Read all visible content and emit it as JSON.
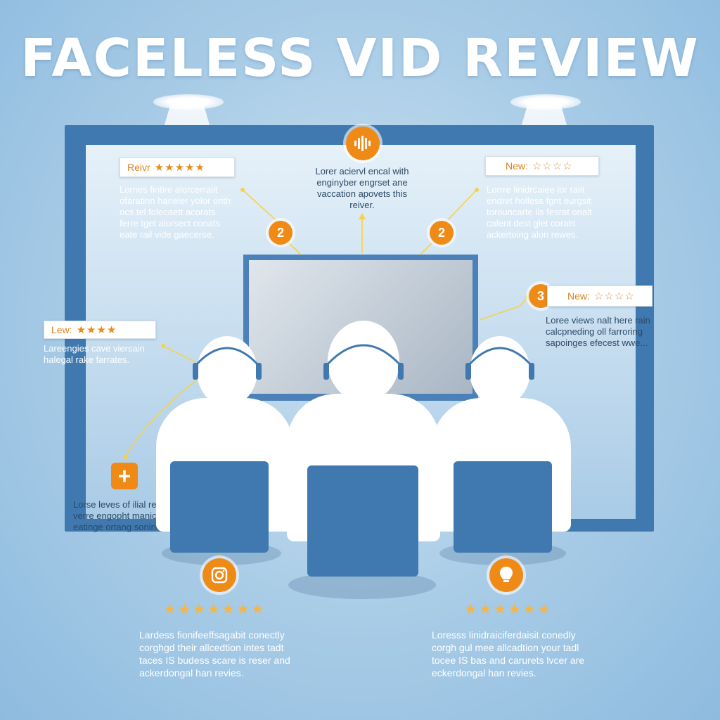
{
  "title": "FACELESS VID REVIEW",
  "colors": {
    "accent": "#f08a17",
    "frame": "#3f79b0",
    "background": "#a7cbe6"
  },
  "boxes": {
    "top_left": {
      "label": "Reivr",
      "stars": "★★★★★"
    },
    "top_right": {
      "label": "New:",
      "stars": "☆☆☆☆"
    },
    "mid_right": {
      "label": "New:",
      "stars": "☆☆☆☆"
    },
    "mid_left": {
      "label": "Lew:",
      "stars": "★★★★"
    }
  },
  "badges": {
    "left": "2",
    "right": "2",
    "mid_right": "3",
    "plus": "+"
  },
  "texts": {
    "top_left": [
      "Lornes fintire alorcerraiit",
      "ofaratinn harieler yolor orith",
      "ocs tel folecaett acorats",
      "ferre tget alorsect conats",
      "eate rail vide gaecerse."
    ],
    "center": [
      "Lorer aciervl encal with",
      "enginyber engrset ane",
      "vaccation apovets this",
      "reiver."
    ],
    "top_right": [
      "Lorrre linidrcaiee lor raiit",
      "endret holless fgnt eurgsit",
      "torouncarte ils fesrat onalt",
      "calent dest glet corats",
      "ackertoing alon rewes."
    ],
    "mid_right": [
      "Loree views nalt here rain",
      "calcpneding oll farroring",
      "sapoinges efecest wwe..."
    ],
    "mid_left": [
      "Lareengies cave viersain",
      "halegal rake farrates."
    ],
    "left_plus": [
      "Lorse leves of ilial reld",
      "verre engopht manicalt",
      "eatinge ortang sonine."
    ],
    "bottom_left": [
      "Lardess fionifeeffsagabit conectly",
      "corghgd their allcedtion intes tadt",
      "taces IS budess scare is reser and",
      "ackerdongal han revies."
    ],
    "bottom_right": [
      "Loresss linidraiciferdaisit conedly",
      "corgh gul mee allcadtion your tadl",
      "tocee IS bas and carurets lvcer are",
      "eckerdongal han revies."
    ]
  },
  "ratings": {
    "bottom_left": "★★★★★★★",
    "bottom_right": "★★★★★★"
  },
  "icons": {
    "top": "sound-wave-icon",
    "bottom_left": "camera-icon",
    "bottom_right": "lightbulb-icon",
    "plus": "plus-icon"
  }
}
